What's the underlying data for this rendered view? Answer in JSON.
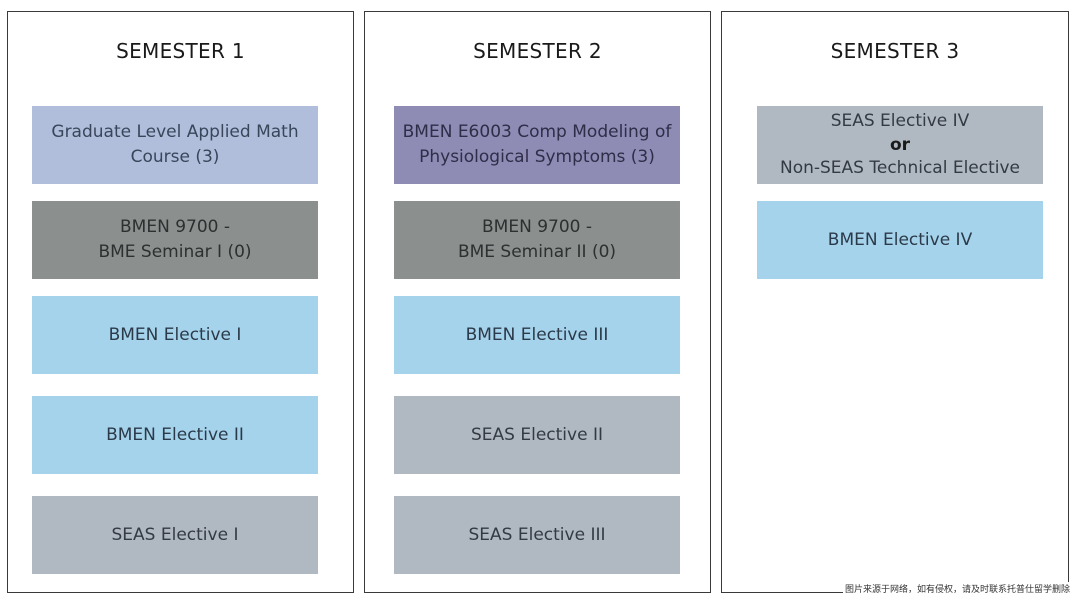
{
  "columns": [
    {
      "title": "SEMESTER 1",
      "courses": [
        {
          "lines": [
            "Graduate Level Applied Math",
            "Course (3)"
          ]
        },
        {
          "lines": [
            "BMEN 9700 -",
            "BME Seminar I (0)"
          ]
        },
        {
          "lines": [
            "BMEN Elective I"
          ]
        },
        {
          "lines": [
            "BMEN Elective II"
          ]
        },
        {
          "lines": [
            "SEAS Elective I"
          ]
        }
      ]
    },
    {
      "title": "SEMESTER 2",
      "courses": [
        {
          "lines": [
            "BMEN E6003 Comp Modeling of",
            "Physiological Symptoms (3)"
          ]
        },
        {
          "lines": [
            "BMEN 9700 -",
            "BME Seminar II (0)"
          ]
        },
        {
          "lines": [
            "BMEN Elective III"
          ]
        },
        {
          "lines": [
            "SEAS Elective II"
          ]
        },
        {
          "lines": [
            "SEAS Elective III"
          ]
        }
      ]
    },
    {
      "title": "SEMESTER 3",
      "courses": [
        {
          "lines": [
            "SEAS Elective IV",
            "or",
            "Non-SEAS Technical Elective"
          ]
        },
        {
          "lines": [
            "BMEN Elective IV"
          ]
        }
      ]
    }
  ],
  "colors": {
    "math": "#b0bedc",
    "modeling": "#8e8bb4",
    "seminar": "#8b8f8e",
    "bmen_elective": "#a6d3ec",
    "seas_elective": "#b0b8c1"
  },
  "watermark": "图片来源于网络，如有侵权，请及时联系托普仕留学删除"
}
